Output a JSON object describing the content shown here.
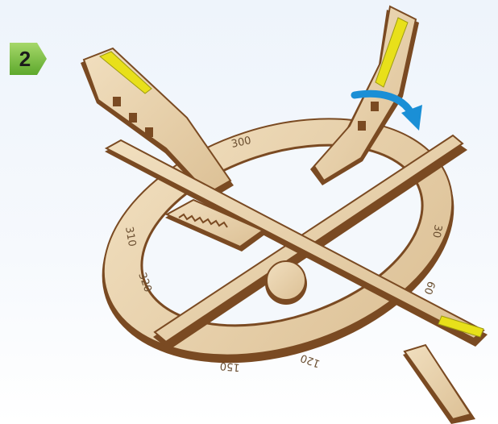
{
  "step": {
    "number": "2"
  },
  "colors": {
    "badge_green": "#7cc242",
    "plywood": "#e9d3ad",
    "plywood_edge": "#7a4a22",
    "spring_yellow": "#e8e01a",
    "arrow_blue": "#1a8fd6"
  },
  "icons": {
    "rotate_arrow": "curved-arrow-icon"
  },
  "dial": {
    "labels": [
      "300",
      "310",
      "320",
      "150",
      "120",
      "30",
      "60"
    ]
  }
}
